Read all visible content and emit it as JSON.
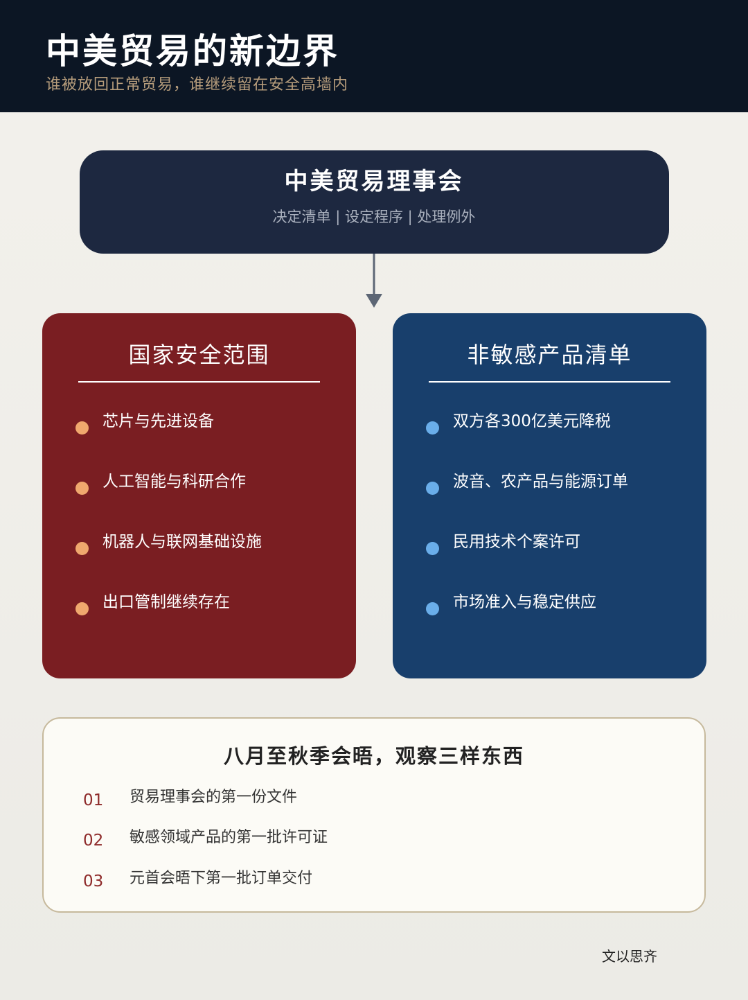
{
  "header": {
    "title": "中美贸易的新边界",
    "subtitle": "谁被放回正常贸易，谁继续留在安全高墙内"
  },
  "council": {
    "title": "中美贸易理事会",
    "subtitle": "决定清单 | 设定程序 | 处理例外"
  },
  "left_panel": {
    "title": "国家安全范围",
    "items": [
      "芯片与先进设备",
      "人工智能与科研合作",
      "机器人与联网基础设施",
      "出口管制继续存在"
    ]
  },
  "right_panel": {
    "title": "非敏感产品清单",
    "items": [
      "双方各300亿美元降税",
      "波音、农产品与能源订单",
      "民用技术个案许可",
      "市场准入与稳定供应"
    ]
  },
  "watch": {
    "title": "八月至秋季会晤，观察三样东西",
    "items": [
      {
        "num": "01",
        "text": "贸易理事会的第一份文件"
      },
      {
        "num": "02",
        "text": "敏感领域产品的第一批许可证"
      },
      {
        "num": "03",
        "text": "元首会晤下第一批订单交付"
      }
    ]
  },
  "credit": "文以思齐",
  "colors": {
    "header_bg": "#0c1624",
    "subtitle_gold": "#b79d7c",
    "council_bg": "#1d2840",
    "red_panel": "#7a1e22",
    "blue_panel": "#183f6c",
    "orange_dot": "#f0a86e",
    "blue_dot": "#6aaeea",
    "number_red": "#8e2a2a"
  }
}
